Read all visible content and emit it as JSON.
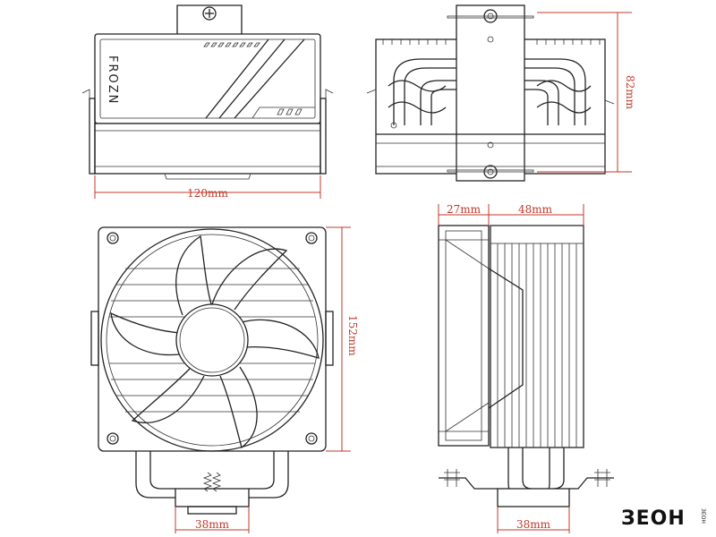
{
  "brand_text": "FROZN",
  "dimensions": {
    "width_top": "120mm",
    "height_side": "82mm",
    "depth_fan": "27mm",
    "depth_heatsink": "48mm",
    "height_total": "152mm",
    "base_front": "38mm",
    "base_side": "38mm"
  },
  "logo": {
    "main": "ЗЕОН",
    "sub": "ЗЕОН"
  },
  "colors": {
    "dimension": "#c0392b",
    "line": "#222222"
  }
}
